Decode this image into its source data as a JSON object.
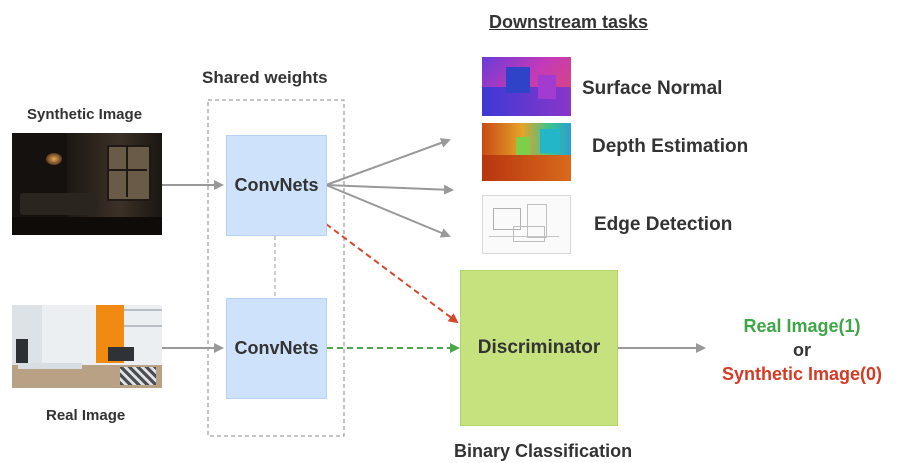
{
  "labels": {
    "downstream_tasks": "Downstream tasks",
    "shared_weights": "Shared weights",
    "synthetic_image": "Synthetic Image",
    "real_image": "Real Image",
    "binary_classification": "Binary Classification"
  },
  "nodes": {
    "convnets_top": "ConvNets",
    "convnets_bottom": "ConvNets",
    "discriminator": "Discriminator"
  },
  "tasks": [
    {
      "label": "Surface Normal",
      "icon": "surface-normal-thumbnail"
    },
    {
      "label": "Depth Estimation",
      "icon": "depth-estimation-thumbnail"
    },
    {
      "label": "Edge Detection",
      "icon": "edge-detection-thumbnail"
    }
  ],
  "output": {
    "real": "Real Image(1)",
    "or": "or",
    "synthetic": "Synthetic Image(0)"
  },
  "colors": {
    "convnet_fill": "#cfe2fb",
    "discriminator_fill": "#c6e27e",
    "arrow_gray": "#999999",
    "arrow_red": "#d9472b",
    "arrow_green": "#4aa84a",
    "real_text": "#3fa648",
    "synthetic_text": "#d63a24"
  }
}
